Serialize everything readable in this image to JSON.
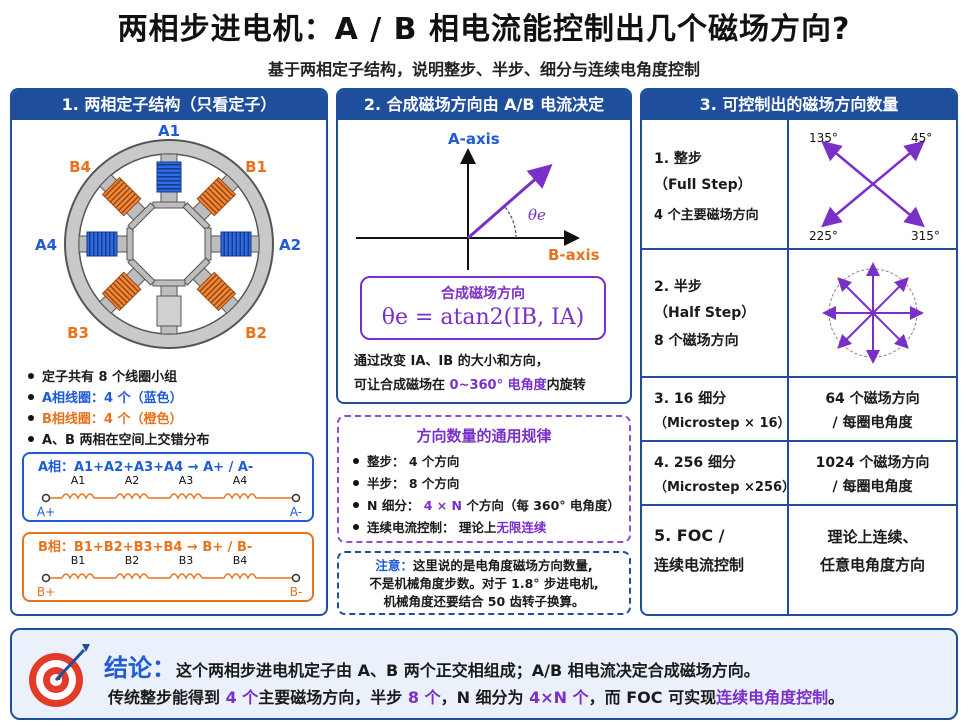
{
  "header": {
    "title": "两相步进电机：A / B 相电流能控制出几个磁场方向?",
    "subtitle": "基于两相定子结构，说明整步、半步、细分与连续电角度控制"
  },
  "colors": {
    "navy": "#1f4e9c",
    "blue": "#1f5bd6",
    "orange": "#e8731e",
    "purple": "#7a2fc9",
    "red": "#e23b2a"
  },
  "panel1": {
    "title": "1. 两相定子结构（只看定子）",
    "pole_labels": [
      "A1",
      "B1",
      "A2",
      "B2",
      "B3",
      "A4",
      "B4"
    ],
    "bullets": [
      "定子共有 8 个线圈小组",
      "A相线圈：4 个（蓝色）",
      "B相线圈：4 个（橙色）",
      "A、B 两相在空间上交错分布"
    ],
    "coil_a": {
      "caption": "A相：A1+A2+A3+A4 → A+ / A-",
      "coils": [
        "A1",
        "A2",
        "A3",
        "A4"
      ],
      "start": "A+",
      "end": "A-"
    },
    "coil_b": {
      "caption": "B相：B1+B2+B3+B4 → B+ / B-",
      "coils": [
        "B1",
        "B2",
        "B3",
        "B4"
      ],
      "start": "B+",
      "end": "B-"
    }
  },
  "panel2": {
    "title": "2. 合成磁场方向由 A/B 电流决定",
    "a_axis": "A-axis",
    "b_axis": "B-axis",
    "angle": "θe",
    "formula_title": "合成磁场方向",
    "formula": "θe = atan2(IB, IA)",
    "desc_line1": "通过改变  IA、IB  的大小和方向，",
    "desc_line2_pre": "可让合成磁场在 ",
    "desc_line2_hl": "0~360° 电角度",
    "desc_line2_post": "内旋转",
    "rules_title": "方向数量的通用规律",
    "rules": [
      {
        "label": "整步：",
        "value": "4 个方向"
      },
      {
        "label": "半步：",
        "value": "8 个方向"
      },
      {
        "label": "N 细分：",
        "hl": "4 × N",
        "value": " 个方向（每 360° 电角度）"
      },
      {
        "label": "连续电流控制：",
        "value": "理论上",
        "hl2": "无限连续"
      }
    ],
    "note_label": "注意：",
    "note_line1": "这里说的是电角度磁场方向数量,",
    "note_line2": "不是机械角度步数。对于 1.8° 步进电机,",
    "note_line3": "机械角度还要结合 50 齿转子换算。"
  },
  "panel3": {
    "title": "3. 可控制出的磁场方向数量",
    "rows": [
      {
        "name": "1. 整步",
        "sub": "（Full Step）",
        "desc": "4 个主要磁场方向",
        "angles": [
          "135°",
          "45°",
          "225°",
          "315°"
        ]
      },
      {
        "name": "2. 半步",
        "sub": "（Half Step）",
        "desc": "8 个磁场方向"
      },
      {
        "name": "3. 16 细分",
        "sub": "（Microstep × 16）",
        "right1": "64 个磁场方向",
        "right2": "/ 每圈电角度"
      },
      {
        "name": "4. 256 细分",
        "sub": "（Microstep ×256）",
        "right1": "1024 个磁场方向",
        "right2": "/ 每圈电角度"
      },
      {
        "name": "5. FOC /",
        "sub": "连续电流控制",
        "right1": "理论上连续、",
        "right2": "任意电角度方向"
      }
    ]
  },
  "conclusion": {
    "label": "结论：",
    "line1": "这个两相步进电机定子由 A、B 两个正交相组成；A/B 相电流决定合成磁场方向。",
    "l2_a": "传统整步能得到 ",
    "l2_b": "4 个",
    "l2_c": "主要磁场方向，半步 ",
    "l2_d": "8 个",
    "l2_e": "，N 细分为 ",
    "l2_f": "4×N 个",
    "l2_g": "，而 FOC 可实现",
    "l2_h": "连续电角度控制",
    "l2_i": "。"
  }
}
